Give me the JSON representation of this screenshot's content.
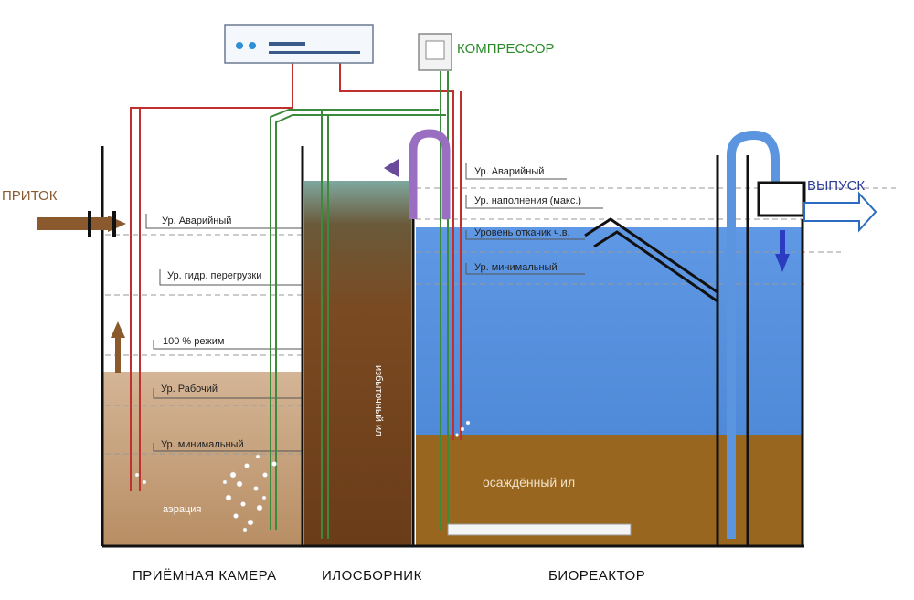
{
  "labels": {
    "inflow": "ПРИТОК",
    "compressor": "КОМПРЕССОР",
    "outlet": "ВЫПУСК",
    "aeration": "аэрация",
    "settled_sludge": "осаждённый ил",
    "excess_sludge": "избыточный ил"
  },
  "levels_left": {
    "emergency": "Ур. Аварийный",
    "hydraulic_overload": "Ур. гидр. перегрузки",
    "mode_100": "100 % режим",
    "working": "Ур. Рабочий",
    "minimal": "Ур. минимальный"
  },
  "levels_right": {
    "emergency": "Ур. Аварийный",
    "fill_max": "Ур. наполнения (макс.)",
    "pump_out": "Уровень откачик ч.в.",
    "minimal": "Ур. минимальный"
  },
  "chambers": {
    "receiving": "ПРИЁМНАЯ КАМЕРА",
    "sludge_collector": "ИЛОСБОРНИК",
    "bioreactor": "БИОРЕАКТОР"
  },
  "colors": {
    "wall": "#111111",
    "sludge": "#7a4a22",
    "water_blue": "#5b95e0",
    "wastewater": "#c9a788",
    "air_pipe": "#3c8a3c",
    "sensor_red": "#c0302e",
    "label_green": "#2a8a2a",
    "outlet_blue": "#2c3c9a",
    "inflow_brown": "#8a5a2e"
  }
}
